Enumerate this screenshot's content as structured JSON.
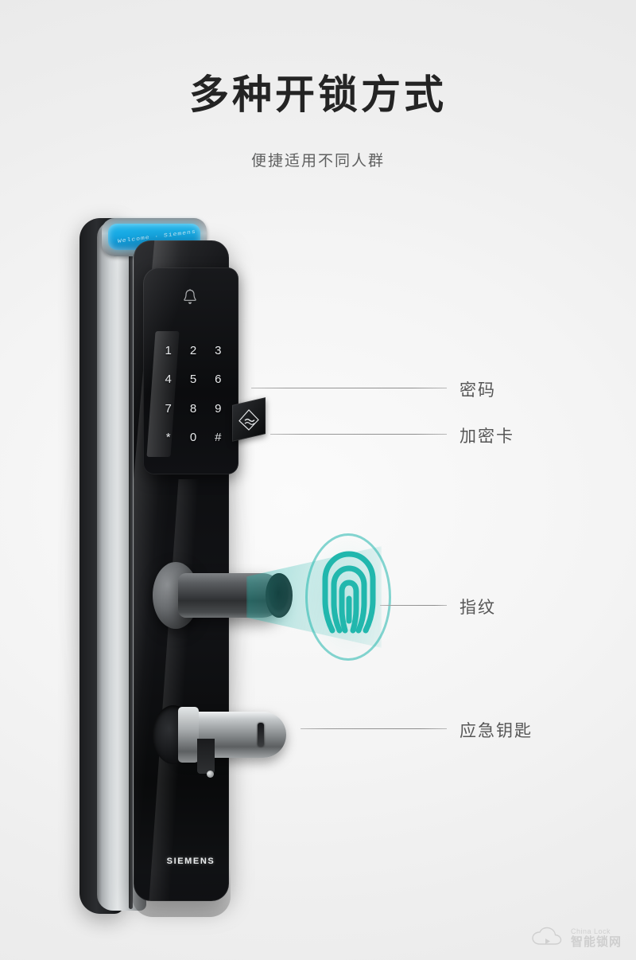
{
  "header": {
    "title": "多种开锁方式",
    "subtitle": "便捷适用不同人群"
  },
  "callouts": [
    {
      "id": "password",
      "label": "密码",
      "icon": "keypad-icon"
    },
    {
      "id": "encrypted-card",
      "label": "加密卡",
      "icon": "nfc-card-icon"
    },
    {
      "id": "fingerprint",
      "label": "指纹",
      "icon": "fingerprint-icon"
    },
    {
      "id": "emergency-key",
      "label": "应急钥匙",
      "icon": "key-cylinder-icon"
    }
  ],
  "device": {
    "brand": "SIEMENS",
    "display_text": "Welcome · Siemens",
    "bell_icon": "doorbell-icon",
    "keypad": [
      "1",
      "2",
      "3",
      "4",
      "5",
      "6",
      "7",
      "8",
      "9",
      "*",
      "0",
      "#"
    ]
  },
  "watermark": {
    "en": "China Lock",
    "cn": "智能锁网",
    "icon": "cloud-icon"
  },
  "colors": {
    "background": "#f2f2f2",
    "title": "#242424",
    "subtitle": "#5f6060",
    "callout_text": "#565656",
    "leader_line": "#9a9a9a",
    "accent_teal": "#21b7ad",
    "display_cyan": "#25b9ee",
    "glass_black": "#0c0d0f",
    "aluminium": "#cfd3d5"
  }
}
